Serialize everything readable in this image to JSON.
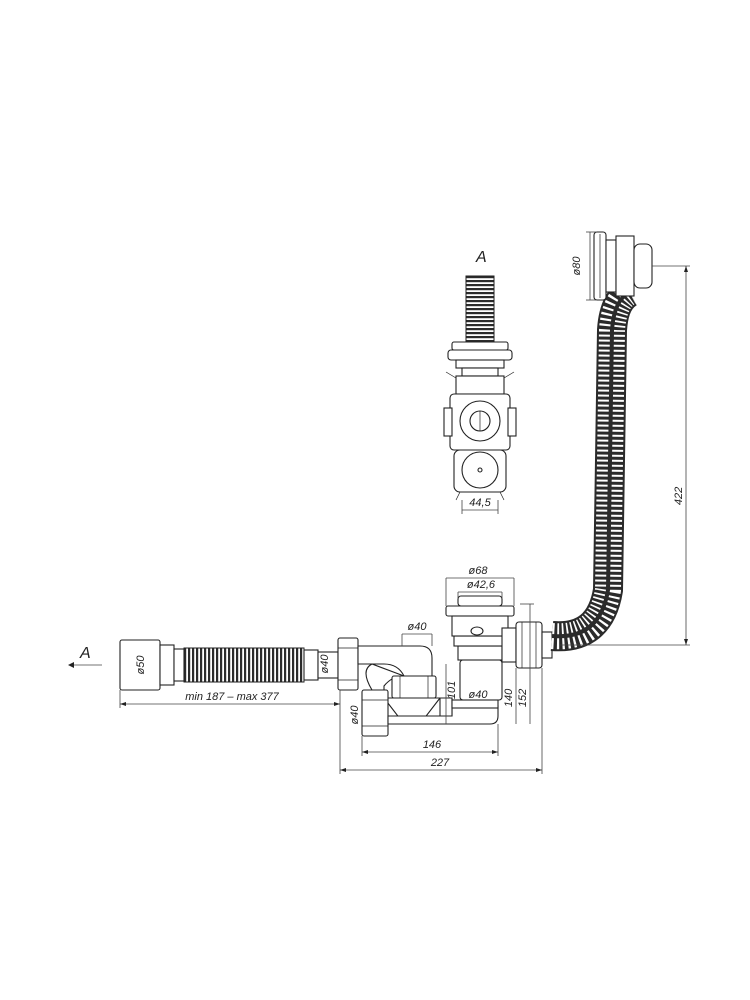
{
  "view_label_main": "A",
  "view_label_detail": "A",
  "dimensions": {
    "outlet_diameter": "ø50",
    "pipe_diameter_left": "ø40",
    "hose_length": "min 187 – max 377",
    "pipe_diameter_top": "ø40",
    "trap_height": "101",
    "pipe_diameter_mid": "ø40",
    "height_140": "140",
    "height_152": "152",
    "pipe_diameter_bottom": "ø40",
    "width_146": "146",
    "width_227": "227",
    "plug_diameter_outer": "ø68",
    "plug_diameter_inner": "ø42,6",
    "overflow_diameter": "ø80",
    "overflow_height": "422",
    "detail_width": "44,5"
  },
  "colors": {
    "hose": "#2b2b2b",
    "line": "#222222"
  }
}
